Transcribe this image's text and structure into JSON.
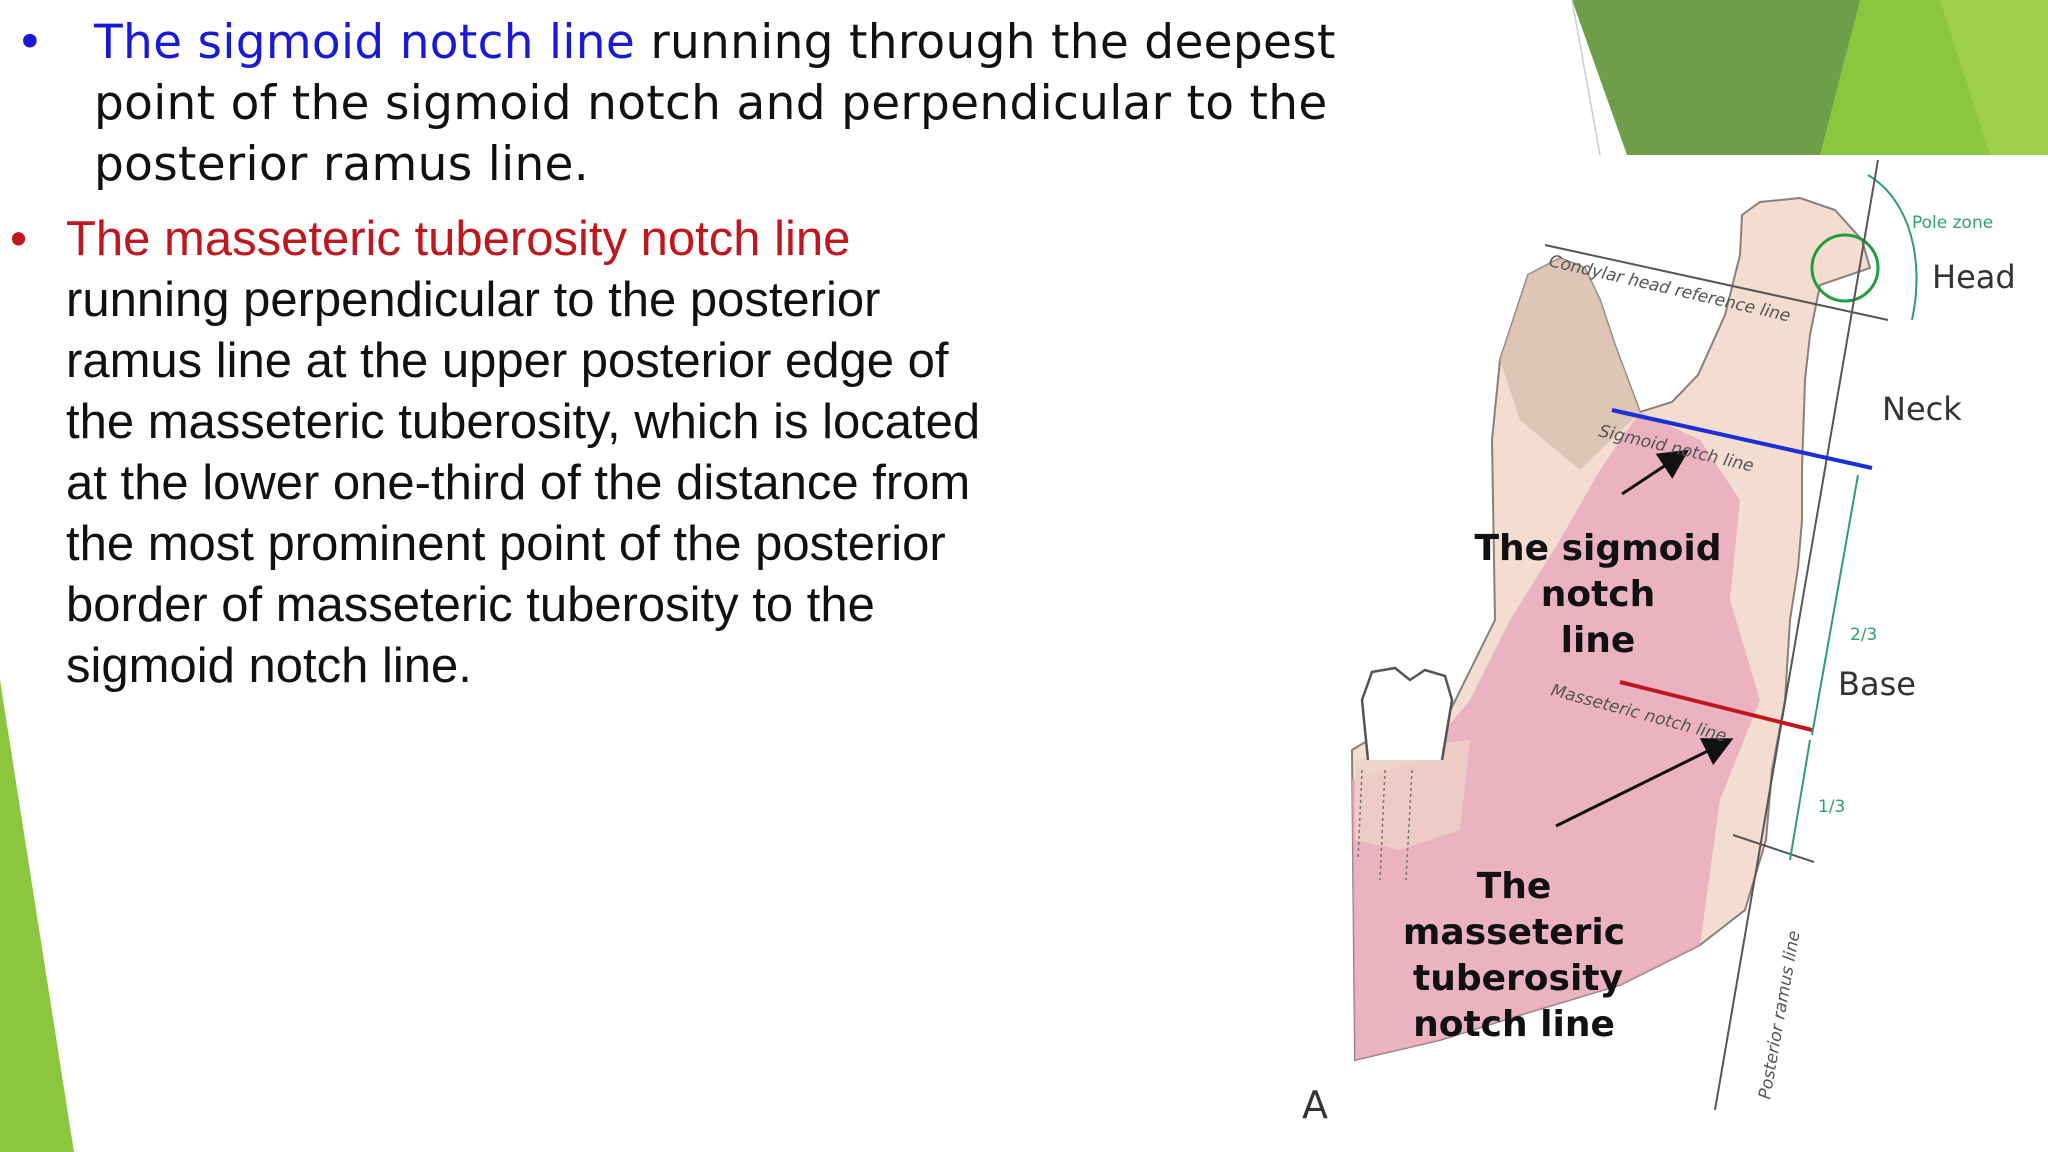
{
  "bullets": [
    {
      "highlight": "The sigmoid notch line",
      "text": " running through the deepest point of the sigmoid notch and perpendicular to the posterior ramus line."
    },
    {
      "highlight": "The masseteric tuberosity notch line",
      "text": " running perpendicular to the posterior ramus line at the upper posterior edge of the masseteric tuberosity, which is located at the lower one-third of the distance from the most prominent point of the posterior border of masseteric tuberosity to the sigmoid notch line."
    }
  ],
  "figure": {
    "zones": {
      "pole": "Pole zone",
      "head": "Head",
      "neck": "Neck",
      "base": "Base"
    },
    "ratios": {
      "upper": "2/3",
      "lower": "1/3"
    },
    "reference_lines": {
      "condylar": "Condylar head reference line",
      "sigmoid": "Sigmoid notch line",
      "masseteric": "Masseteric notch line",
      "posterior": "Posterior ramus line"
    },
    "callouts": {
      "sigmoid": [
        "The sigmoid",
        "notch",
        "line"
      ],
      "masseteric": [
        "The",
        "masseteric",
        "tuberosity",
        "notch line"
      ]
    },
    "panel_letter": "A",
    "colors": {
      "sigmoid_line": "#1a2fd8",
      "masseteric_line": "#c0161e",
      "pole_circle": "#1e9e3c"
    }
  },
  "theme": {
    "accent_green": "#8cc63f",
    "dark_green": "#6e9e4a",
    "blue": "#1a1ad6",
    "red": "#c0161e"
  }
}
